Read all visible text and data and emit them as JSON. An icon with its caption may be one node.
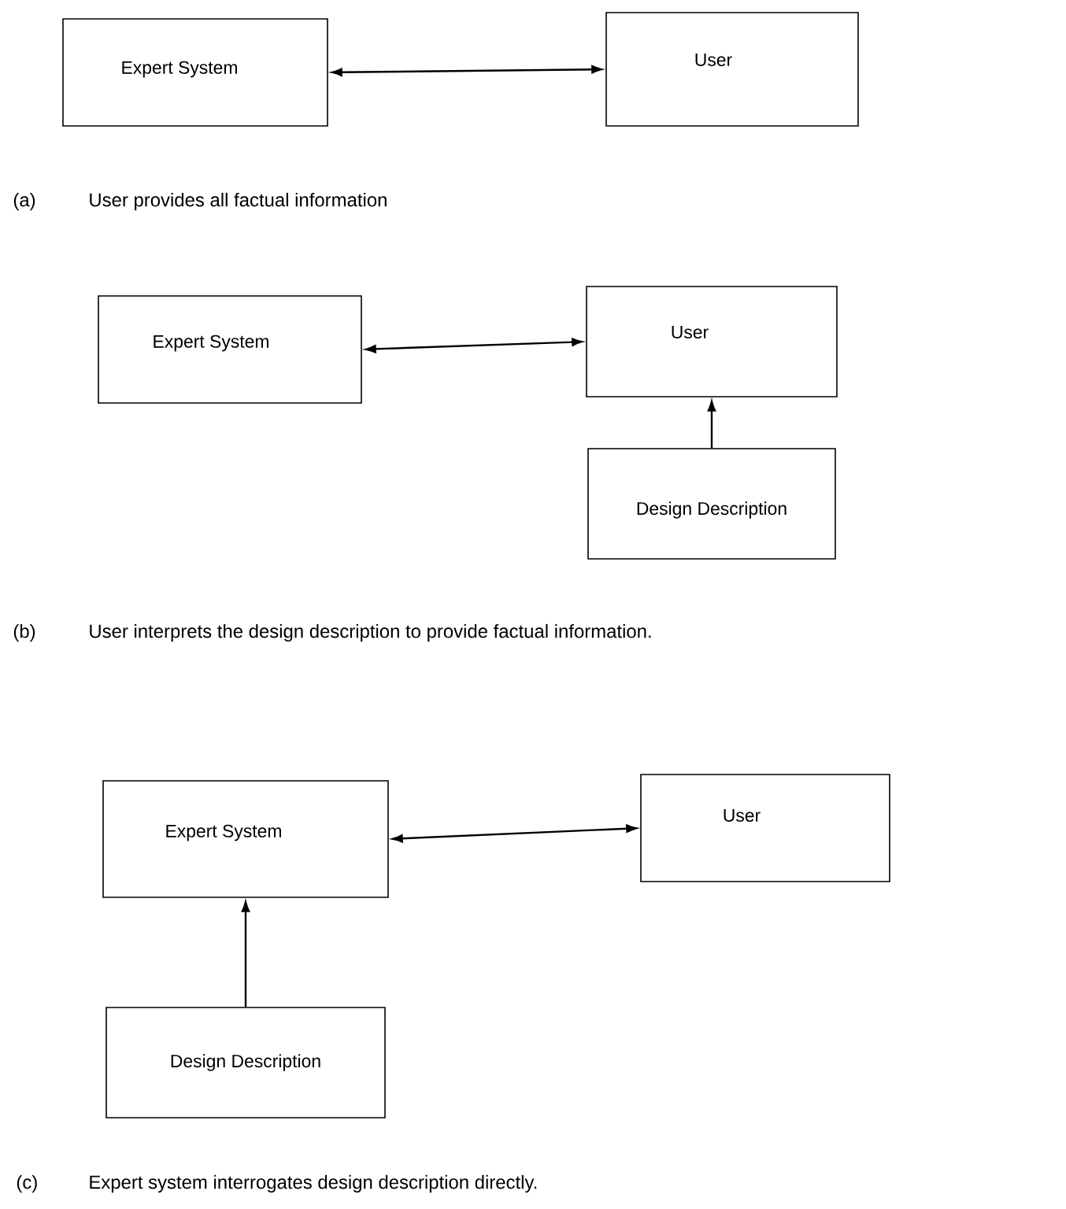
{
  "diagram": {
    "nodes": [
      {
        "text": [
          "Expert System"
        ]
      },
      {
        "text": [
          "User"
        ]
      },
      {
        "text": [
          "Expert System"
        ]
      },
      {
        "text": [
          "User"
        ]
      },
      {
        "text": [
          "Design Description"
        ]
      },
      {
        "text": [
          "Expert System"
        ]
      },
      {
        "text": [
          "User"
        ]
      },
      {
        "text": [
          "Design Description"
        ]
      }
    ],
    "edges": [
      {
        "from": 0,
        "to": 1,
        "arrow": "both"
      },
      {
        "from": 2,
        "to": 3,
        "arrow": "both"
      },
      {
        "from": 4,
        "to": 3,
        "arrow": "to"
      },
      {
        "from": 5,
        "to": 6,
        "arrow": "both"
      },
      {
        "from": 7,
        "to": 5,
        "arrow": "to"
      }
    ],
    "labels": [
      "(a)",
      "User provides all factual information",
      "(b)",
      "User interprets the design description to provide factual information.",
      "(c)",
      "Expert system interrogates design description directly."
    ]
  }
}
